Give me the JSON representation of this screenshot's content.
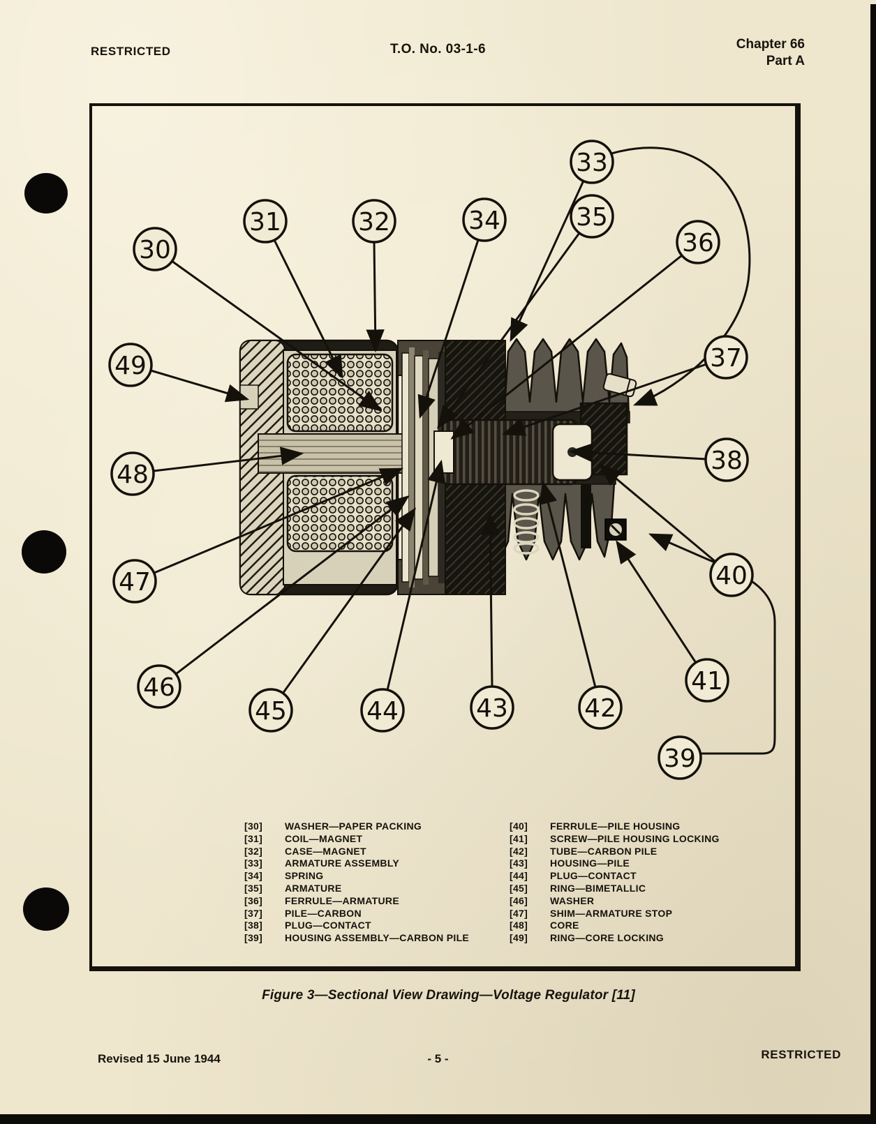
{
  "header": {
    "classification": "RESTRICTED",
    "to_number": "T.O. No. 03-1-6",
    "chapter": "Chapter 66",
    "part": "Part A"
  },
  "figure": {
    "caption": "Figure 3—Sectional View Drawing—Voltage Regulator [11]",
    "callouts": [
      "30",
      "31",
      "32",
      "33",
      "34",
      "35",
      "36",
      "37",
      "38",
      "39",
      "40",
      "41",
      "42",
      "43",
      "44",
      "45",
      "46",
      "47",
      "48",
      "49"
    ],
    "legend": {
      "left": [
        {
          "ref": "[30]",
          "label": "WASHER—PAPER PACKING"
        },
        {
          "ref": "[31]",
          "label": "COIL—MAGNET"
        },
        {
          "ref": "[32]",
          "label": "CASE—MAGNET"
        },
        {
          "ref": "[33]",
          "label": "ARMATURE ASSEMBLY"
        },
        {
          "ref": "[34]",
          "label": "SPRING"
        },
        {
          "ref": "[35]",
          "label": "ARMATURE"
        },
        {
          "ref": "[36]",
          "label": "FERRULE—ARMATURE"
        },
        {
          "ref": "[37]",
          "label": "PILE—CARBON"
        },
        {
          "ref": "[38]",
          "label": "PLUG—CONTACT"
        },
        {
          "ref": "[39]",
          "label": "HOUSING ASSEMBLY—CARBON PILE"
        }
      ],
      "right": [
        {
          "ref": "[40]",
          "label": "FERRULE—PILE HOUSING"
        },
        {
          "ref": "[41]",
          "label": "SCREW—PILE HOUSING LOCKING"
        },
        {
          "ref": "[42]",
          "label": "TUBE—CARBON PILE"
        },
        {
          "ref": "[43]",
          "label": "HOUSING—PILE"
        },
        {
          "ref": "[44]",
          "label": "PLUG—CONTACT"
        },
        {
          "ref": "[45]",
          "label": "RING—BIMETALLIC"
        },
        {
          "ref": "[46]",
          "label": "WASHER"
        },
        {
          "ref": "[47]",
          "label": "SHIM—ARMATURE STOP"
        },
        {
          "ref": "[48]",
          "label": "CORE"
        },
        {
          "ref": "[49]",
          "label": "RING—CORE LOCKING"
        }
      ]
    }
  },
  "footer": {
    "revised": "Revised 15 June 1944",
    "page_number": "- 5 -",
    "classification": "RESTRICTED"
  },
  "colors": {
    "paper": "#efe8d1",
    "ink": "#14110b"
  }
}
